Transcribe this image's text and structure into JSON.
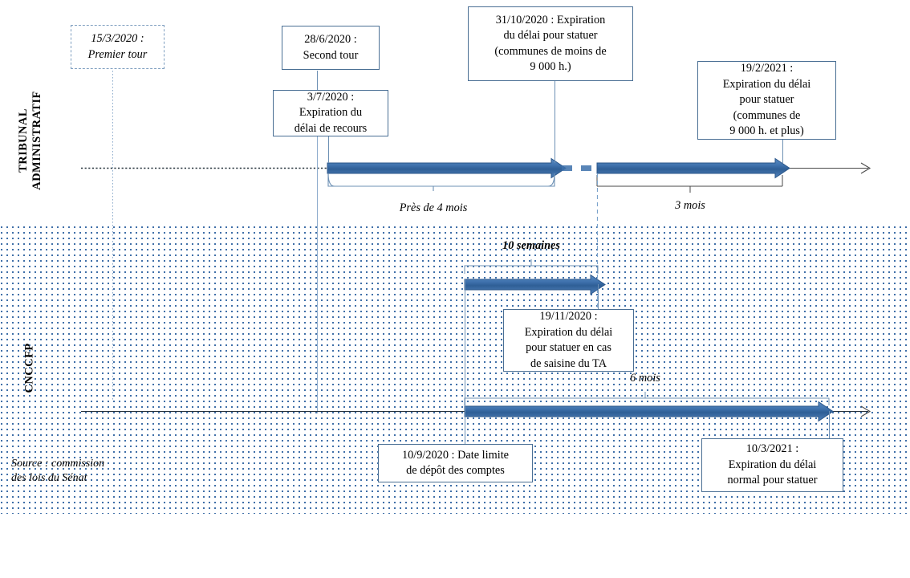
{
  "figure": {
    "title_vertical_labels": {
      "top": "TRIBUNAL\nADMINISTRATIF",
      "bottom": "CNCCFP"
    },
    "source_note": "Source : commission\ndes lois du Sénat",
    "accent_color": "#3b6fa8",
    "arrow_fill": "#3b6fa8",
    "arrow_edge": "#1f4e79",
    "box_border": "#4a6f94",
    "band_dot_color": "#3f6fa8"
  },
  "chart_data": {
    "type": "timeline",
    "title": "",
    "lanes": [
      {
        "name": "TRIBUNAL ADMINISTRATIF",
        "events": [
          {
            "date": "15/3/2020",
            "label": "15/3/2020 :\nPremier tour",
            "style": "dashed-italic"
          },
          {
            "date": "28/6/2020",
            "label": "28/6/2020 :\nSecond tour",
            "style": "solid"
          },
          {
            "date": "3/7/2020",
            "label": "3/7/2020 :\nExpiration du\ndélai de recours",
            "style": "solid"
          },
          {
            "date": "31/10/2020",
            "label": "31/10/2020 : Expiration\ndu délai pour statuer\n(communes de moins de\n9 000 h.)",
            "style": "solid"
          },
          {
            "date": "19/2/2021",
            "label": "19/2/2021 :\nExpiration du délai\npour statuer\n(communes de\n9 000 h. et plus)",
            "style": "solid"
          }
        ],
        "durations": [
          {
            "label": "Près de 4 mois",
            "from": "3/7/2020",
            "to": "31/10/2020"
          },
          {
            "label": "3 mois",
            "from": "19/11/2020",
            "to": "19/2/2021"
          }
        ]
      },
      {
        "name": "CNCCFP",
        "events": [
          {
            "date": "10/9/2020",
            "label": "10/9/2020 : Date limite\nde dépôt des comptes",
            "style": "solid"
          },
          {
            "date": "19/11/2020",
            "label": "19/11/2020 :\nExpiration du délai\npour statuer en cas\nde saisine du TA",
            "style": "solid"
          },
          {
            "date": "10/3/2021",
            "label": "10/3/2021 :\nExpiration du délai\nnormal pour statuer",
            "style": "solid"
          }
        ],
        "durations": [
          {
            "label": "10 semaines",
            "from": "10/9/2020",
            "to": "19/11/2020"
          },
          {
            "label": "6 mois",
            "from": "10/9/2020",
            "to": "10/3/2021"
          }
        ]
      }
    ]
  },
  "boxes": {
    "premier_tour": "15/3/2020 :\nPremier tour",
    "second_tour": "28/6/2020 :\nSecond tour",
    "delai_recours": "3/7/2020 :\nExpiration du\ndélai de recours",
    "statuer_moins_9000": "31/10/2020 : Expiration\ndu délai pour statuer\n(communes de moins de\n9 000 h.)",
    "statuer_plus_9000": "19/2/2021 :\nExpiration du délai\npour statuer\n(communes de\n9 000 h. et plus)",
    "depot_comptes": "10/9/2020 : Date limite\nde dépôt des comptes",
    "saisine_ta": "19/11/2020 :\nExpiration du délai\npour statuer en cas\nde saisine du TA",
    "delai_normal": "10/3/2021 :\nExpiration du délai\nnormal pour statuer"
  },
  "durations": {
    "pres_4_mois": "Près de 4 mois",
    "trois_mois": "3 mois",
    "dix_semaines": "10 semaines",
    "six_mois": "6 mois"
  }
}
